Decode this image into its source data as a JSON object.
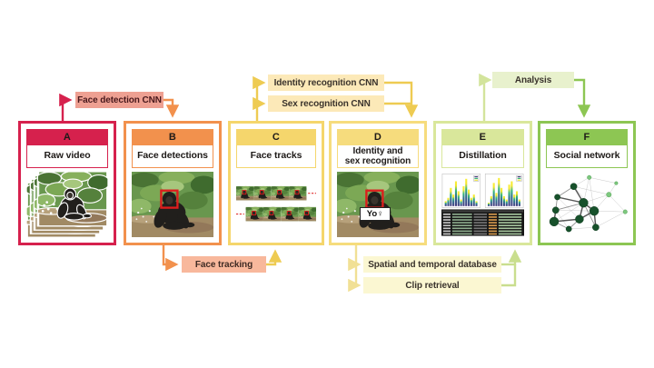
{
  "figure": {
    "panels": [
      {
        "id": "A",
        "label": "Raw video"
      },
      {
        "id": "B",
        "label": "Face detections"
      },
      {
        "id": "C",
        "label": "Face tracks"
      },
      {
        "id": "D",
        "label_lines": [
          "Identity and",
          "sex recognition"
        ],
        "annotation": "Yo♀"
      },
      {
        "id": "E",
        "label": "Distillation"
      },
      {
        "id": "F",
        "label": "Social network"
      }
    ],
    "connectors": {
      "face_detection_cnn": "Face detection CNN",
      "identity_recognition_cnn": "Identity recognition CNN",
      "sex_recognition_cnn": "Sex recognition CNN",
      "analysis": "Analysis",
      "face_tracking": "Face tracking",
      "spatial_temporal_db": "Spatial and temporal database",
      "clip_retrieval": "Clip retrieval"
    },
    "colors": {
      "panel_a": "#d6214d",
      "panel_b": "#f2914d",
      "panel_c": "#f5d66c",
      "panel_d": "#f6dc7d",
      "panel_e": "#d9e79b",
      "panel_f": "#8dc653",
      "box_face_detection": "#eea092",
      "box_face_tracking": "#f8b89c",
      "box_cnn": "#fce9b8",
      "box_db": "#fbf7d2",
      "box_analysis": "#e8f1cd",
      "arrow_gold": "#eecb52",
      "arrow_pale": "#f1e095",
      "arrow_lightgreen": "#c9de8e",
      "arrow_yellowgreen": "#d3e49c",
      "red_box": "#dd1d1d"
    }
  }
}
